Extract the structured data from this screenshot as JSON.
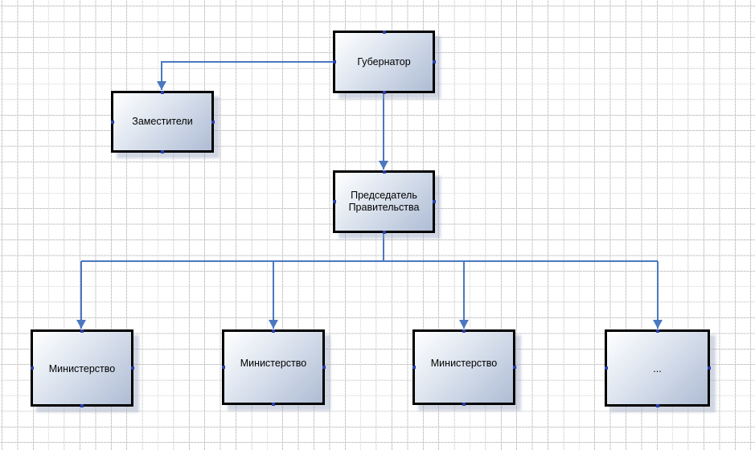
{
  "diagram": {
    "nodes": {
      "governor": "Губернатор",
      "deputies": "Заместители",
      "chairman": "Председатель\nПравительства",
      "ministry_1": "Министерство",
      "ministry_2": "Министерство",
      "ministry_3": "Министерство",
      "ministry_4": "..."
    },
    "edges": [
      {
        "from": "governor",
        "to": "deputies"
      },
      {
        "from": "governor",
        "to": "chairman"
      },
      {
        "from": "chairman",
        "to": "ministry_1"
      },
      {
        "from": "chairman",
        "to": "ministry_2"
      },
      {
        "from": "chairman",
        "to": "ministry_3"
      },
      {
        "from": "chairman",
        "to": "ministry_4"
      }
    ]
  },
  "colors": {
    "connector": "#4a78c0",
    "node_border": "#000000",
    "handle": "#2a3fa8",
    "grid": "#c8c8c8"
  }
}
